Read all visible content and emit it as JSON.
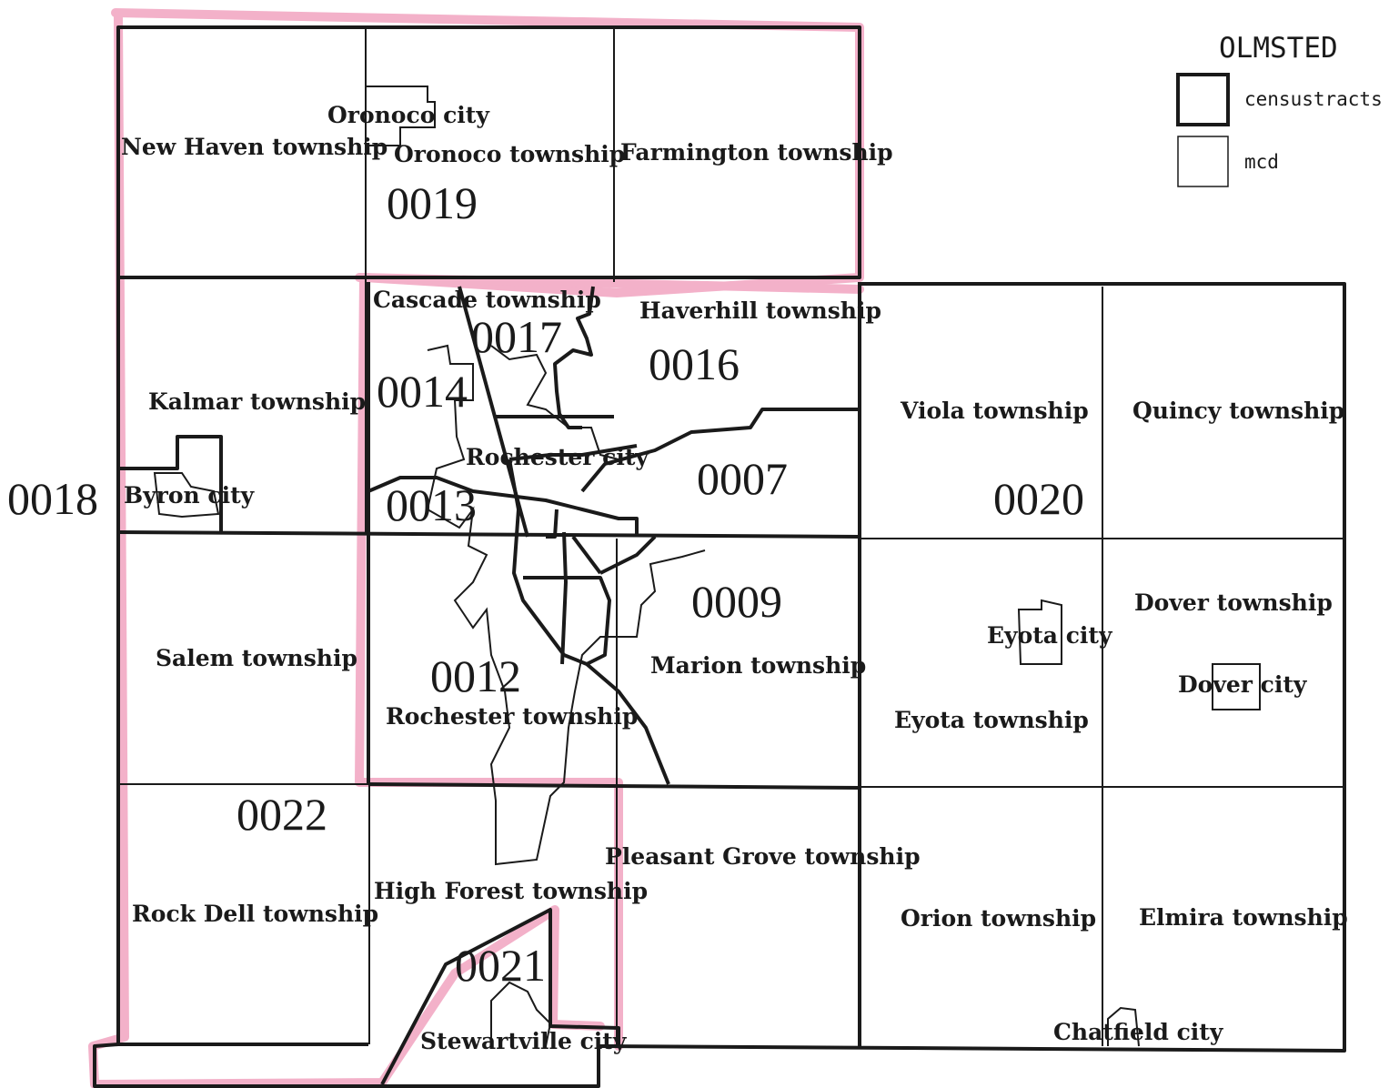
{
  "legend": {
    "title": "OLMSTED",
    "items": [
      {
        "label": "censustracts"
      },
      {
        "label": "mcd"
      }
    ]
  },
  "townships": {
    "new_haven": "New Haven township",
    "oronoco_twp": "Oronoco township",
    "oronoco_city": "Oronoco city",
    "farmington": "Farmington township",
    "cascade": "Cascade township",
    "haverhill": "Haverhill township",
    "kalmar": "Kalmar township",
    "byron": "Byron city",
    "rochester_city": "Rochester city",
    "viola": "Viola township",
    "quincy": "Quincy township",
    "salem": "Salem township",
    "marion": "Marion township",
    "rochester_twp": "Rochester township",
    "eyota_city": "Eyota city",
    "eyota_twp": "Eyota township",
    "dover_twp": "Dover township",
    "dover_city": "Dover city",
    "rock_dell": "Rock Dell township",
    "high_forest": "High Forest township",
    "pleasant_grove": "Pleasant Grove township",
    "orion": "Orion township",
    "elmira": "Elmira township",
    "stewartville": "Stewartville city",
    "chatfield": "Chatfield city"
  },
  "tracts": {
    "t0019": "0019",
    "t0017": "0017",
    "t0016": "0016",
    "t0014": "0014",
    "t0007": "0007",
    "t0018": "0018",
    "t0013": "0013",
    "t0020": "0020",
    "t0009": "0009",
    "t0012": "0012",
    "t0022": "0022",
    "t0021": "0021"
  },
  "colors": {
    "highlight": "#f2a9c4",
    "ink": "#1a1a1a"
  }
}
